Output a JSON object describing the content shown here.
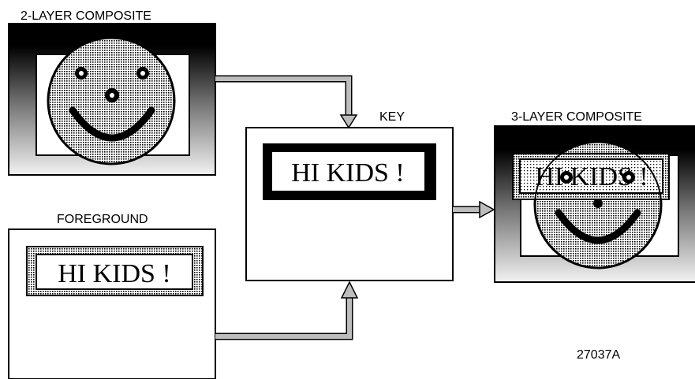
{
  "labels": {
    "two_layer": "2-LAYER COMPOSITE",
    "key": "KEY",
    "foreground": "FOREGROUND",
    "three_layer": "3-LAYER COMPOSITE",
    "figure_id": "27037A"
  },
  "text_panels": {
    "key_text": "HI KIDS !",
    "foreground_text": "HI KIDS !",
    "composite_text": "HI KIDS !"
  }
}
